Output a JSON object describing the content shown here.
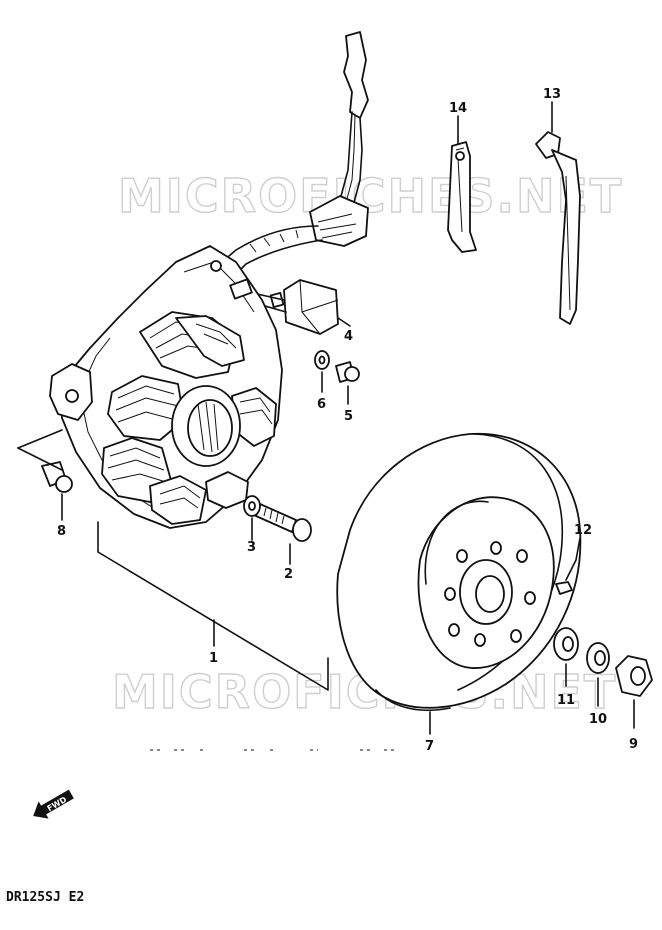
{
  "watermark": {
    "text": "MICROFICHES.NET"
  },
  "callouts": {
    "c1": "1",
    "c2": "2",
    "c3": "3",
    "c4": "4",
    "c5": "5",
    "c6": "6",
    "c7": "7",
    "c8": "8",
    "c9": "9",
    "c10": "10",
    "c11": "11",
    "c12": "12",
    "c13": "13",
    "c14": "14"
  },
  "direction_marker": {
    "text": "FWD"
  },
  "model_code": "DR125SJ E2"
}
